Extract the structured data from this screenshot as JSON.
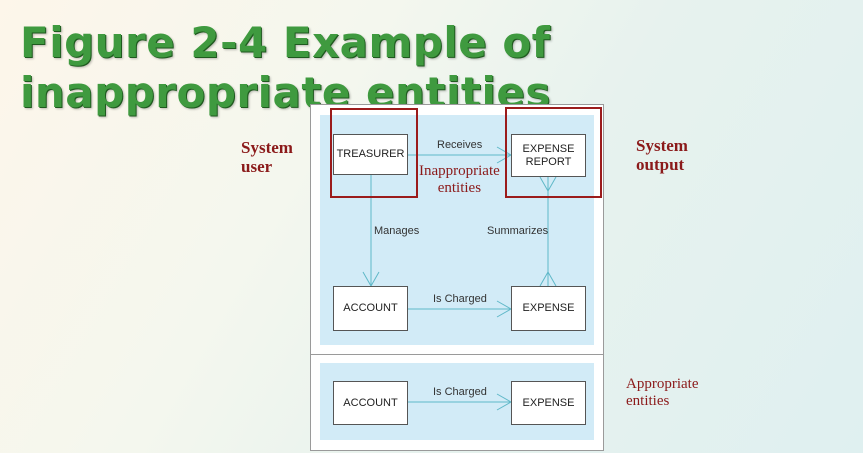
{
  "title": "Figure 2-4 Example of inappropriate entities",
  "annotations": {
    "system_user": "System\nuser",
    "system_output": "System\noutput",
    "inappropriate": "Inappropriate\nentities",
    "appropriate": "Appropriate\nentities"
  },
  "entities": {
    "treasurer": "TREASURER",
    "expense_report": "EXPENSE\nREPORT",
    "account_top": "ACCOUNT",
    "expense_top": "EXPENSE",
    "account_bottom": "ACCOUNT",
    "expense_bottom": "EXPENSE"
  },
  "relationships": {
    "receives": "Receives",
    "manages": "Manages",
    "summarizes": "Summarizes",
    "is_charged_top": "Is Charged",
    "is_charged_bottom": "Is Charged"
  },
  "colors": {
    "title": "#3f9a3f",
    "callout": "#8b1a1a",
    "highlight": "#9b1b1b",
    "panel": "#d2ebf7",
    "connector": "#5fb8c8"
  }
}
